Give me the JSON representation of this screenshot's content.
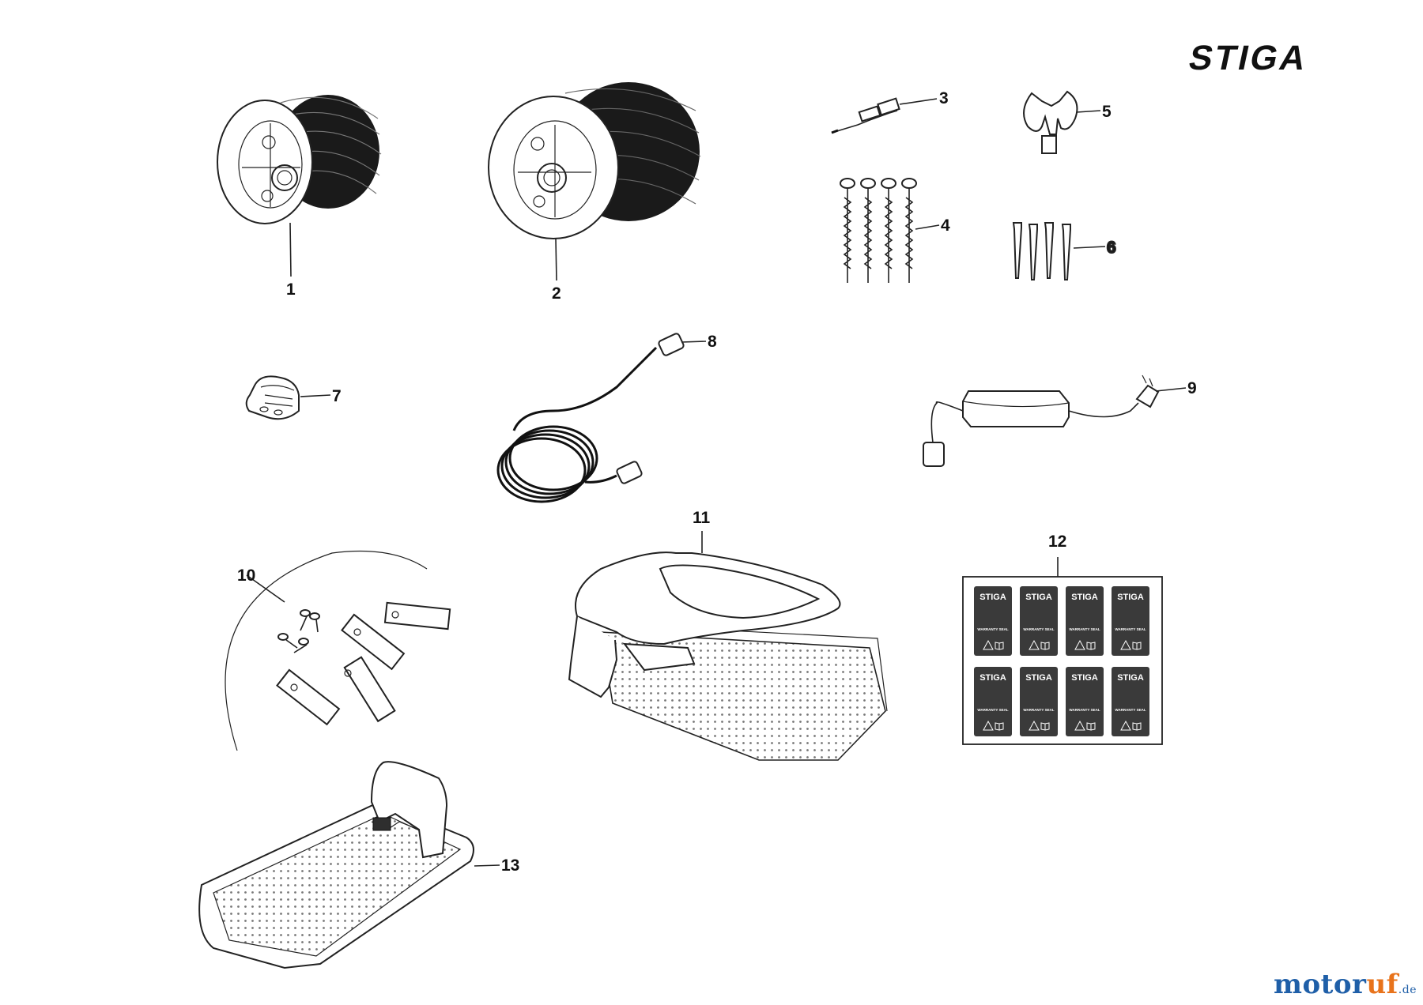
{
  "brand": {
    "logo_text": "STIGA"
  },
  "watermark": {
    "part1": "motor",
    "part2": "uf",
    "suffix": ".de"
  },
  "callouts": [
    "1",
    "2",
    "3",
    "4",
    "5",
    "6",
    "7",
    "8",
    "9",
    "10",
    "11",
    "12",
    "13"
  ],
  "decals": {
    "logo": "STIGA",
    "seal_text": "WARRANTY SEAL",
    "count": 8
  },
  "colors": {
    "line": "#222222",
    "decal_bg": "#3a3a3a",
    "watermark_blue": "#1f5fa8",
    "watermark_orange": "#e8731b"
  }
}
